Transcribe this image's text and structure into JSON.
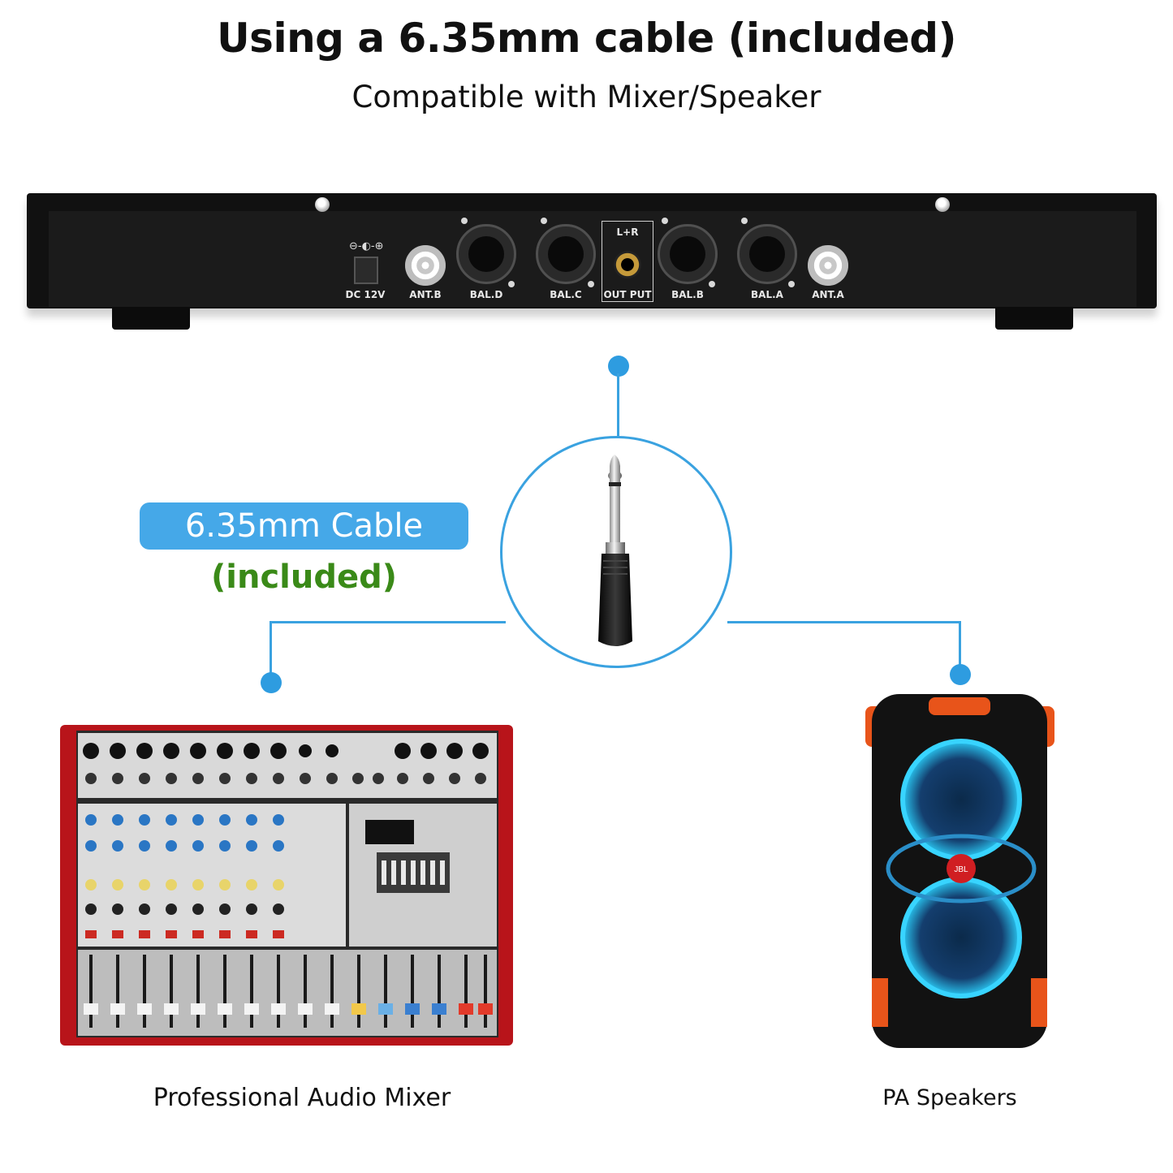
{
  "header": {
    "title": "Using a 6.35mm cable (included)",
    "subtitle": "Compatible with Mixer/Speaker"
  },
  "receiver_panel": {
    "power_label": "DC 12V",
    "ant_b_label": "ANT.B",
    "bal_d_label": "BAL.D",
    "bal_c_label": "BAL.C",
    "output_top_label": "L+R",
    "output_label": "OUT PUT",
    "bal_b_label": "BAL.B",
    "bal_a_label": "BAL.A",
    "ant_a_label": "ANT.A"
  },
  "cable": {
    "label": "6.35mm Cable",
    "note": "(included)",
    "icon": "quarter-inch-jack-plug-icon"
  },
  "devices": {
    "mixer_label": "Professional  Audio Mixer",
    "speaker_label": "PA Speakers"
  },
  "colors": {
    "accent_blue": "#3aa2e0",
    "included_green": "#3a8a18",
    "mixer_red": "#b8141a"
  }
}
